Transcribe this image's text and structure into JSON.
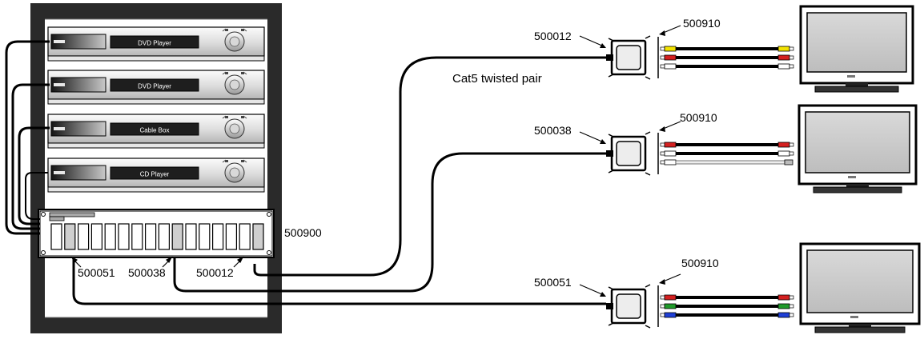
{
  "rack": {
    "devices": [
      {
        "label": "DVD Player",
        "icon": "dvd-player-icon"
      },
      {
        "label": "DVD Player",
        "icon": "dvd-player-icon"
      },
      {
        "label": "Cable Box",
        "icon": "cable-box-icon"
      },
      {
        "label": "CD Player",
        "icon": "cd-player-icon"
      }
    ],
    "panel_label": "500900",
    "port_labels": [
      "500051",
      "500038",
      "500012"
    ]
  },
  "cable_label": "Cat5 twisted pair",
  "receivers": [
    {
      "part": "500012",
      "adapter": "500910",
      "plug_colors": [
        "#f2e200",
        "#d42020",
        "#ffffff"
      ]
    },
    {
      "part": "500038",
      "adapter": "500910",
      "plug_colors": [
        "#d42020",
        "#ffffff",
        "#ffffff"
      ]
    },
    {
      "part": "500051",
      "adapter": "500910",
      "plug_colors": [
        "#d42020",
        "#1f9a2a",
        "#1f3fd6"
      ]
    }
  ],
  "colors": {
    "rack": "#2a2a2a",
    "wire": "#000000",
    "panel_port_highlight": "#cfcfcf"
  }
}
